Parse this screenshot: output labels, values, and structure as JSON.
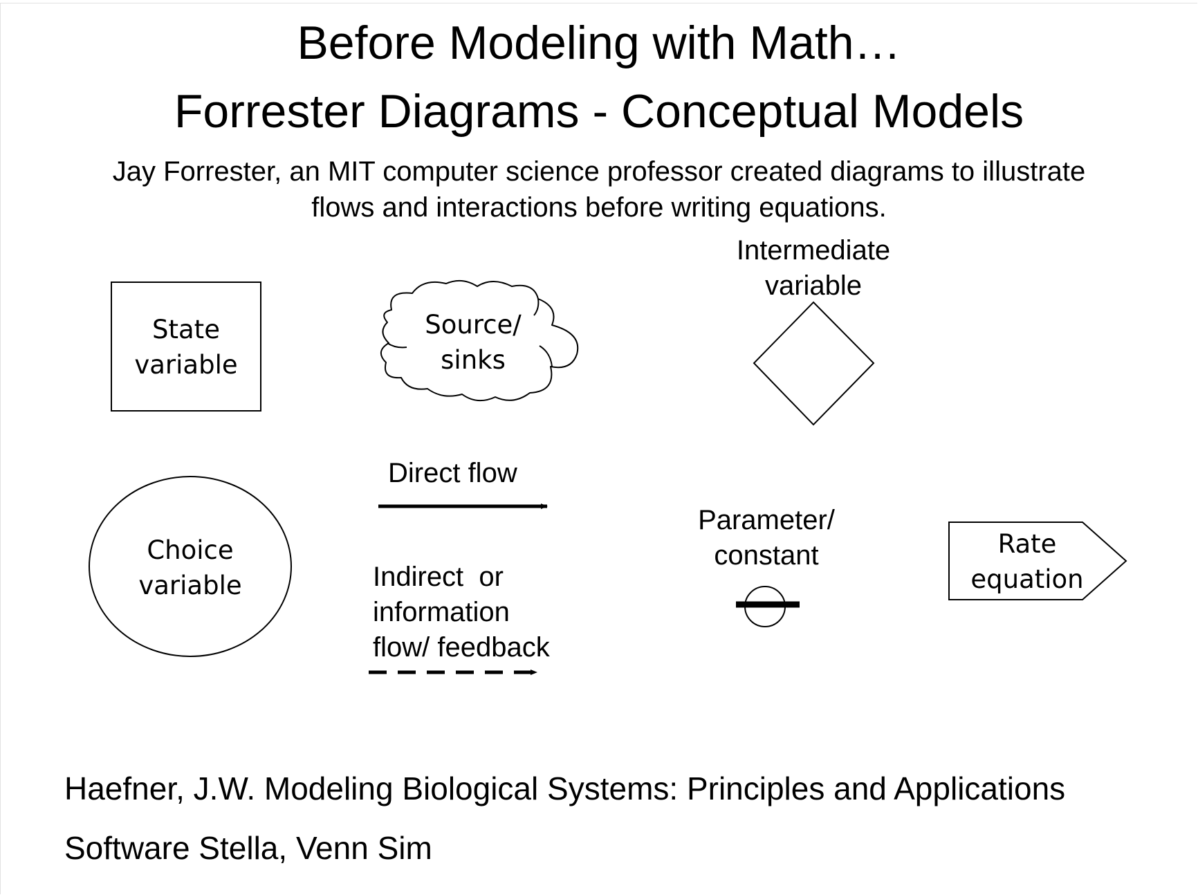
{
  "slide": {
    "title": "Before Modeling with Math…",
    "heading": "Forrester Diagrams - Conceptual Models",
    "intro_line1": "Jay Forrester, an MIT computer science professor created diagrams to illustrate",
    "intro_line2": "flows and interactions before writing equations."
  },
  "symbols": {
    "state": {
      "line1": "State",
      "line2": "variable"
    },
    "source": {
      "line1": "Source/",
      "line2": "sinks"
    },
    "intermediate": {
      "line1": "Intermediate",
      "line2": "variable"
    },
    "choice": {
      "line1": "Choice",
      "line2": "variable"
    },
    "direct_flow": {
      "label": "Direct flow"
    },
    "indirect_flow": {
      "line1": "Indirect  or",
      "line2": "information",
      "line3": "flow/ feedback"
    },
    "parameter": {
      "line1": "Parameter/",
      "line2": "constant"
    },
    "rate": {
      "line1": "Rate",
      "line2": "equation"
    }
  },
  "references": {
    "book": "Haefner, J.W. Modeling Biological Systems: Principles and Applications",
    "software": "Software Stella, Venn Sim"
  }
}
